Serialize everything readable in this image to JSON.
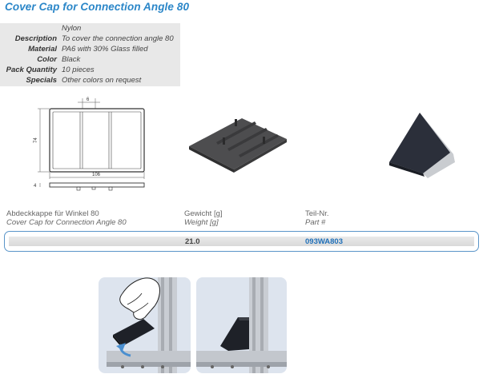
{
  "title": "Cover Cap for Connection Angle 80",
  "specs": [
    {
      "label": "",
      "value": "Nylon"
    },
    {
      "label": "Description",
      "value": "To cover the connection angle 80"
    },
    {
      "label": "Material",
      "value": "PA6 with 30% Glass filled"
    },
    {
      "label": "Color",
      "value": "Black"
    },
    {
      "label": "Pack Quantity",
      "value": "10 pieces"
    },
    {
      "label": "Specials",
      "value": "Other colors on request"
    }
  ],
  "drawing": {
    "dim_width": "106",
    "dim_height": "74",
    "dim_top": "6",
    "dim_side": "4"
  },
  "table": {
    "headers": [
      {
        "de": "Abdeckkappe für Winkel 80",
        "en": "Cover Cap for Connection Angle 80"
      },
      {
        "de": "Gewicht [g]",
        "en": "Weight [g]"
      },
      {
        "de": "Teil-Nr.",
        "en": "Part #"
      }
    ],
    "row": {
      "weight": "21.0",
      "part": "093WA803"
    }
  },
  "colors": {
    "accent": "#2a86c8",
    "part_number": "#1f6fb8",
    "border": "#5a95c9"
  }
}
